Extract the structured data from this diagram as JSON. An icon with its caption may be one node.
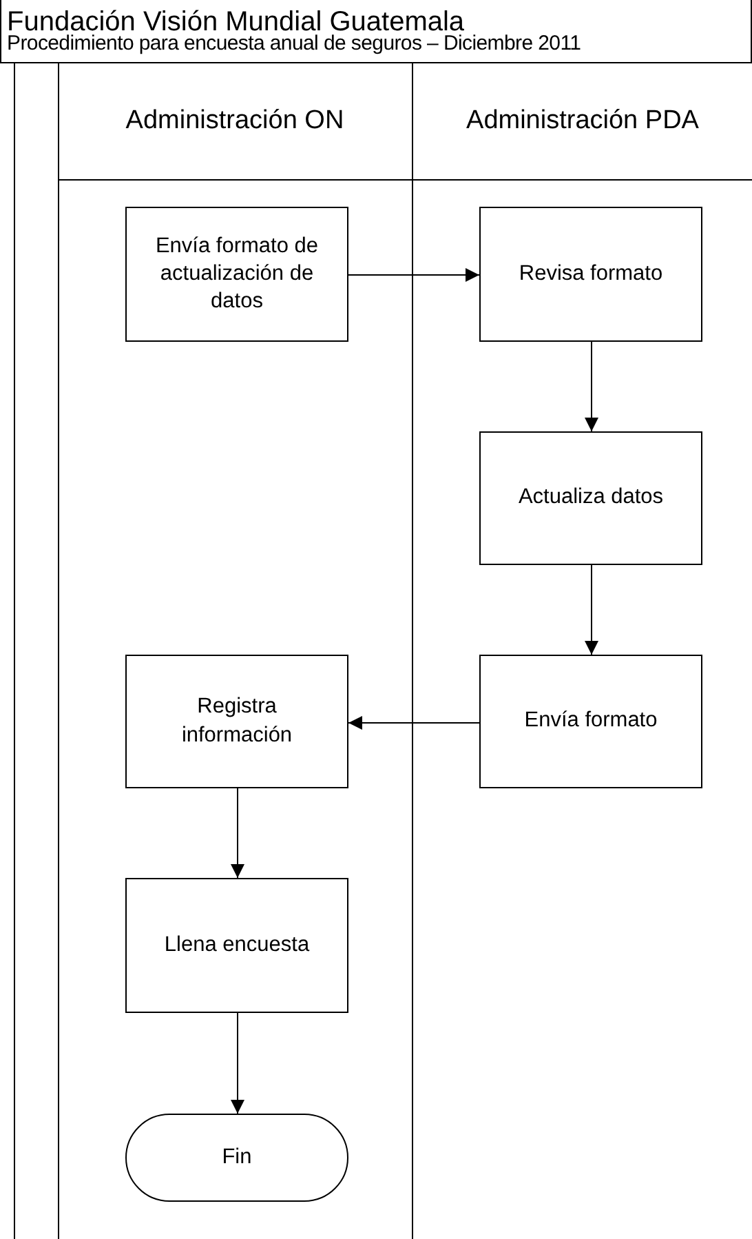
{
  "diagram": {
    "title": "Fundación Visión Mundial Guatemala",
    "labels": [
      "Procedimiento para encuesta anual de seguros – Diciembre 2011"
    ],
    "nodes": [
      {
        "text": [
          "Administración ON"
        ]
      },
      {
        "text": [
          "Administración PDA"
        ]
      },
      {
        "text": [
          "Envía formato de actualización de datos"
        ],
        "in": 0
      },
      {
        "text": [
          "Revisa formato"
        ],
        "in": 1
      },
      {
        "text": [
          "Actualiza datos"
        ],
        "in": 1
      },
      {
        "text": [
          "Registra información"
        ],
        "in": 0
      },
      {
        "text": [
          "Envía formato"
        ],
        "in": 1
      },
      {
        "text": [
          "Llena encuesta"
        ],
        "in": 0
      },
      {
        "text": [
          "Fin"
        ],
        "in": 0
      }
    ],
    "edges": [
      {
        "from": 2,
        "to": 3,
        "arrow": "to"
      },
      {
        "from": 3,
        "to": 4,
        "arrow": "to"
      },
      {
        "from": 4,
        "to": 6,
        "arrow": "to"
      },
      {
        "from": 6,
        "to": 5,
        "arrow": "to"
      },
      {
        "from": 5,
        "to": 7,
        "arrow": "to"
      },
      {
        "from": 7,
        "to": 8,
        "arrow": "to"
      }
    ]
  }
}
